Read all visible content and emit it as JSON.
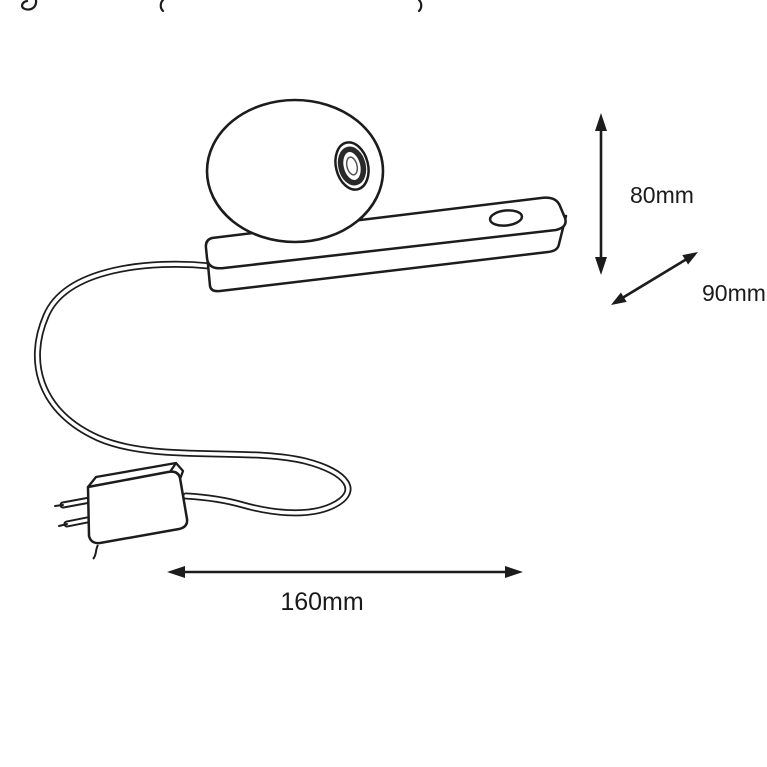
{
  "diagram": {
    "line_color": "#1c1c1c",
    "background": "#ffffff",
    "dimensions": {
      "height": "80mm",
      "depth": "90mm",
      "width": "160mm"
    }
  }
}
